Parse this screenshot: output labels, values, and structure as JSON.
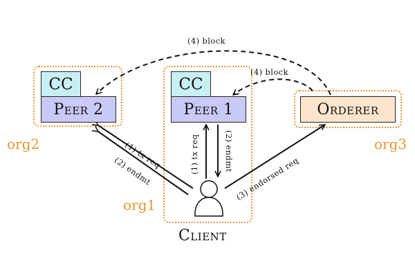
{
  "orgs": {
    "org1": "org1",
    "org2": "org2",
    "org3": "org3"
  },
  "nodes": {
    "cc_peer2": "CC",
    "peer2": "Peer 2",
    "cc_peer1": "CC",
    "peer1": "Peer 1",
    "orderer": "Orderer",
    "client": "Client"
  },
  "edges": {
    "peer2_tx_req": "(1) tx req",
    "peer2_endmt": "(2) endmt",
    "peer1_tx_req": "(1) tx req",
    "peer1_endmt": "(2) endmt",
    "endorsed_req": "(3) endorsed req",
    "block_to_peer1": "(4) block",
    "block_to_peer2": "(4) block"
  },
  "colors": {
    "org_border": "#e8962e",
    "cc_fill": "#c8f0f4",
    "peer_fill": "#c9c9f5",
    "orderer_fill": "#fce5cc"
  },
  "icons": {
    "client": "user-icon"
  }
}
